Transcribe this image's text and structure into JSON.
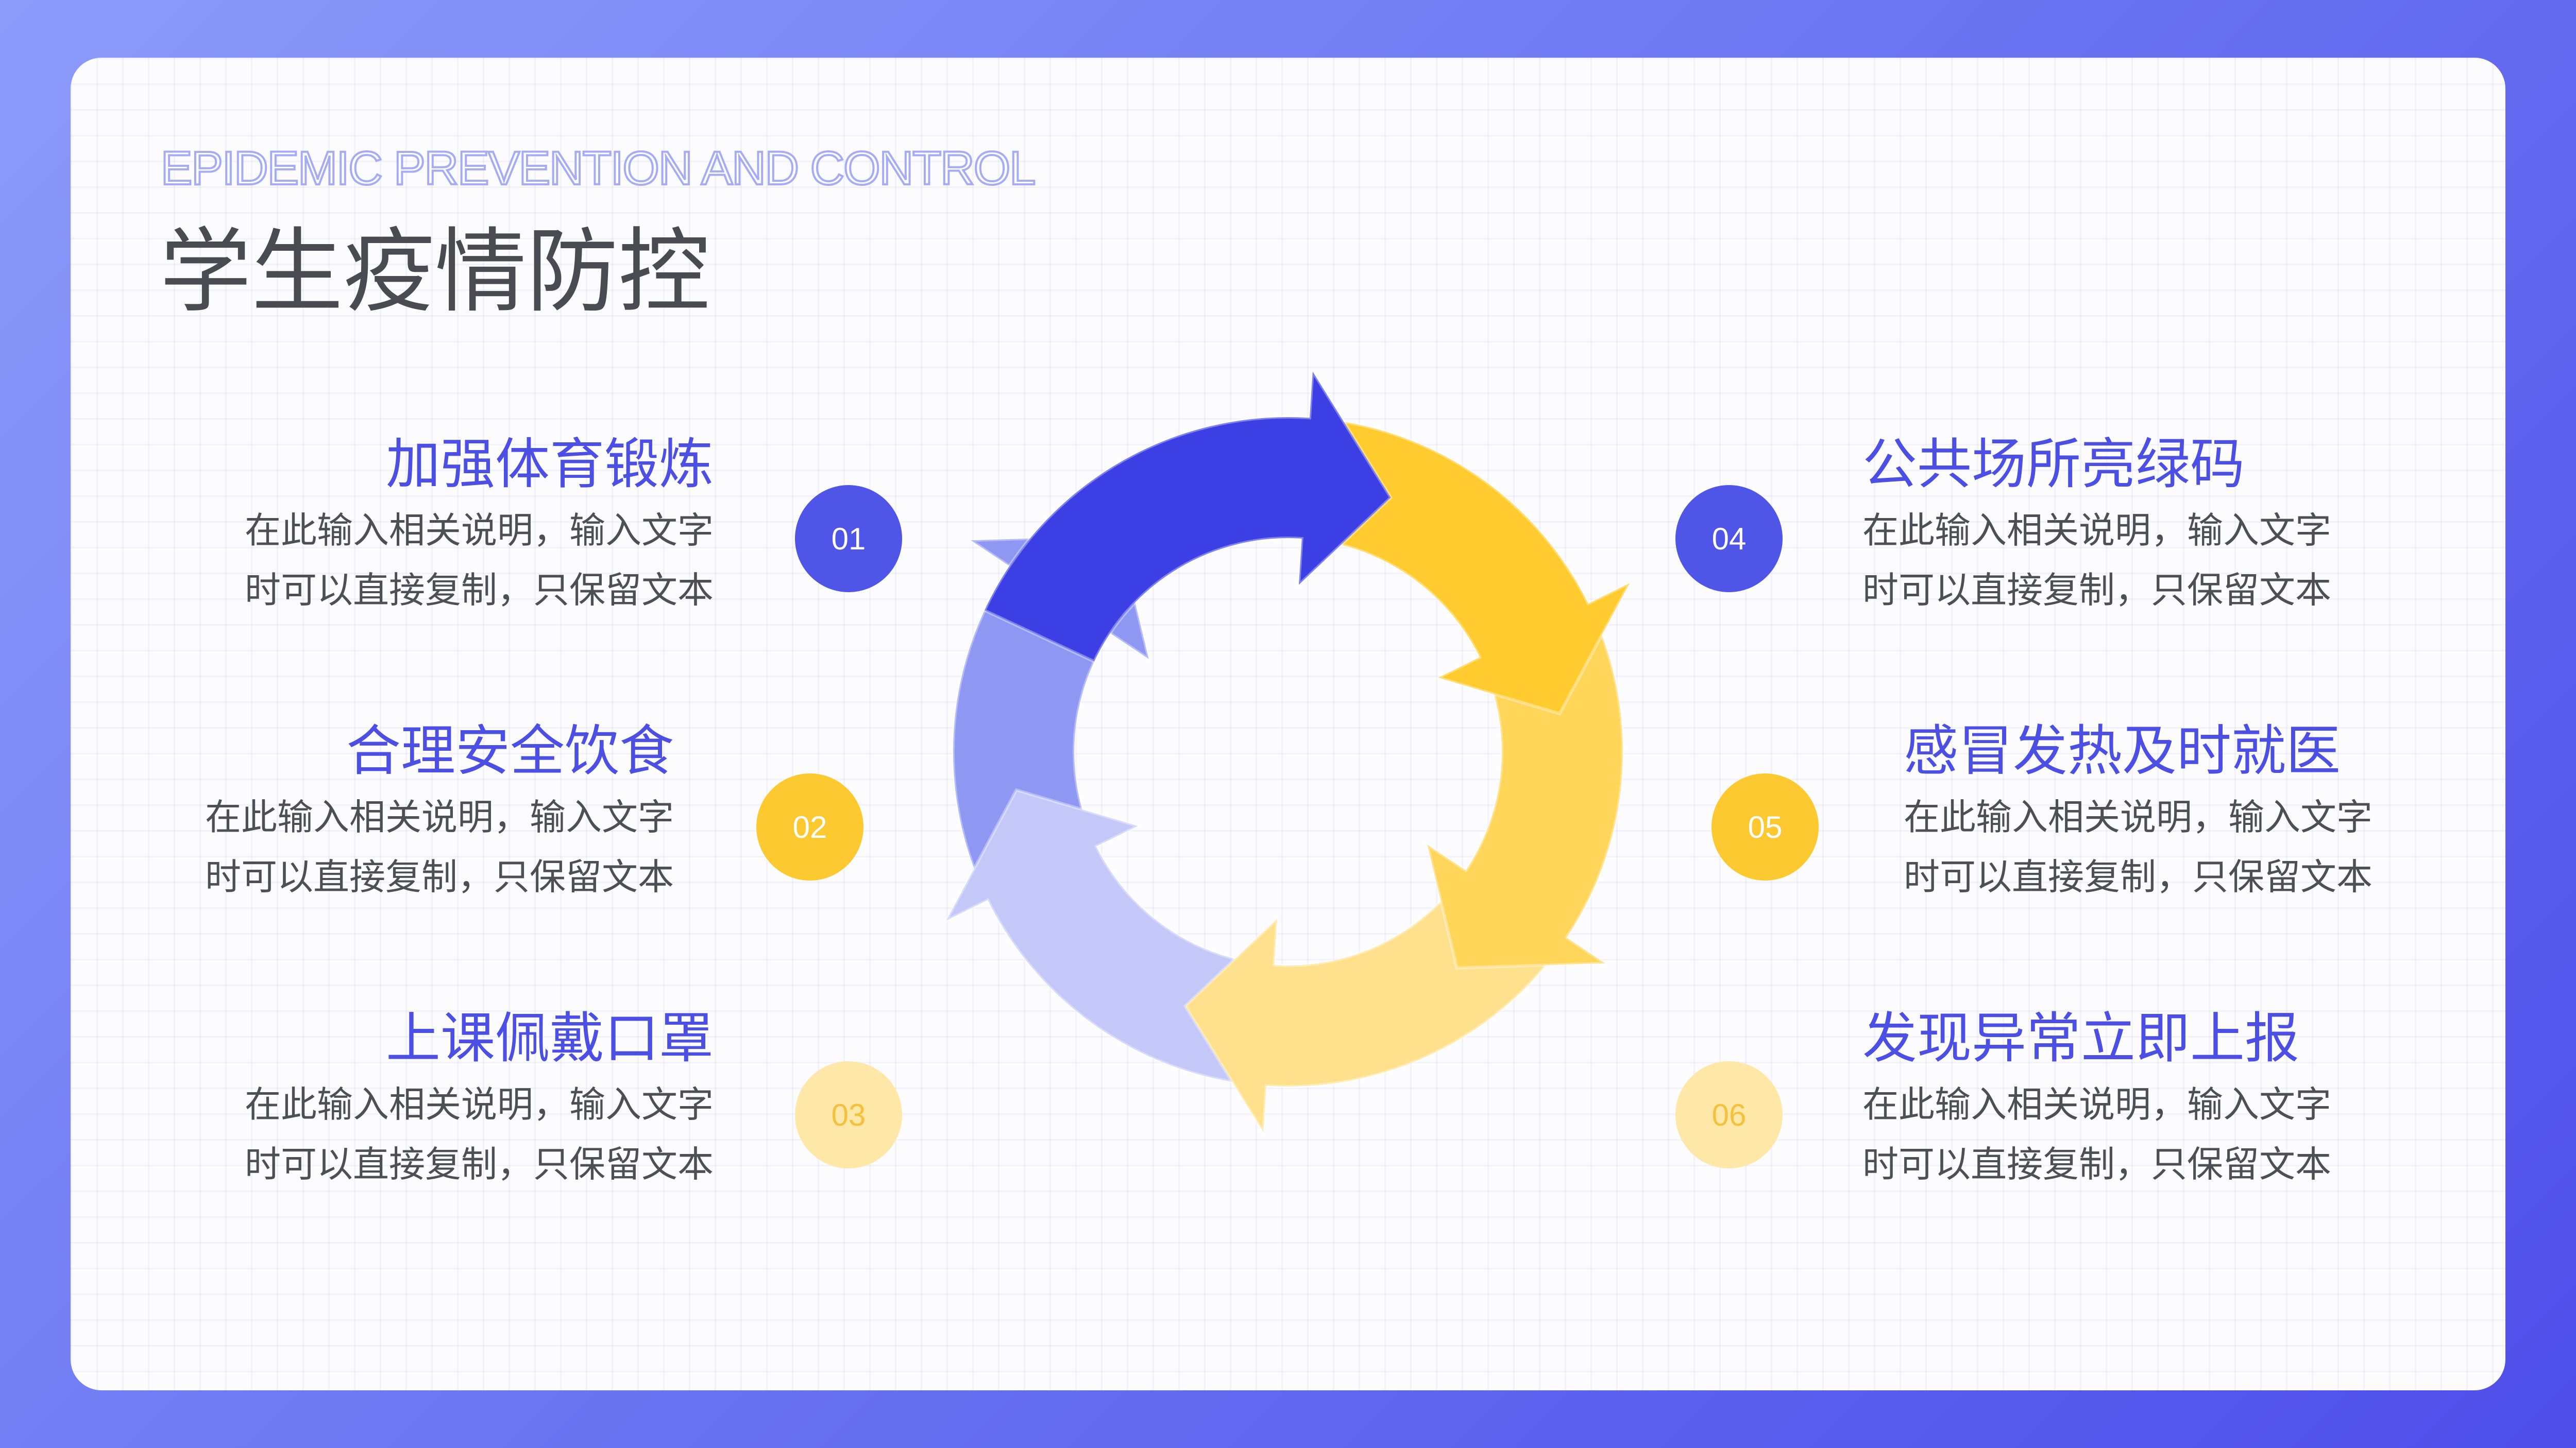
{
  "header": {
    "subtitle": "EPIDEMIC PREVENTION AND CONTROL",
    "title": "学生疫情防控"
  },
  "items": [
    {
      "number": "01",
      "heading": "加强体育锻炼",
      "desc_line1": "在此输入相关说明，输入文字",
      "desc_line2": "时可以直接复制，只保留文本"
    },
    {
      "number": "02",
      "heading": "合理安全饮食",
      "desc_line1": "在此输入相关说明，输入文字",
      "desc_line2": "时可以直接复制，只保留文本"
    },
    {
      "number": "03",
      "heading": "上课佩戴口罩",
      "desc_line1": "在此输入相关说明，输入文字",
      "desc_line2": "时可以直接复制，只保留文本"
    },
    {
      "number": "04",
      "heading": "公共场所亮绿码",
      "desc_line1": "在此输入相关说明，输入文字",
      "desc_line2": "时可以直接复制，只保留文本"
    },
    {
      "number": "05",
      "heading": "感冒发热及时就医",
      "desc_line1": "在此输入相关说明，输入文字",
      "desc_line2": "时可以直接复制，只保留文本"
    },
    {
      "number": "06",
      "heading": "发现异常立即上报",
      "desc_line1": "在此输入相关说明，输入文字",
      "desc_line2": "时可以直接复制，只保留文本"
    }
  ],
  "cycle_diagram": {
    "segments": 6,
    "colors": [
      "#1B1FD6",
      "#FFC928",
      "#FFD65C",
      "#FFE08A",
      "#C5C9F8",
      "#8F98F3",
      "#5A62EC"
    ]
  },
  "colors": {
    "accent_blue": "#4C4FE3",
    "accent_yellow": "#FDC930",
    "pale_yellow": "#FFE7A8",
    "title_text": "#4A4A52",
    "body_text": "#4E4E56"
  }
}
